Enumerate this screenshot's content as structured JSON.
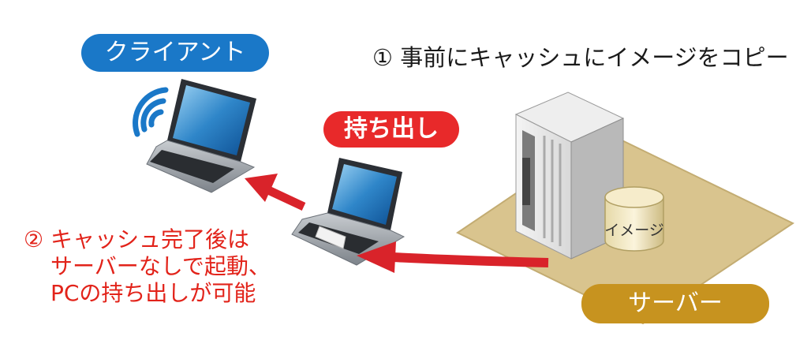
{
  "labels": {
    "client": "クライアント",
    "carry_out": "持ち出し",
    "server": "サーバー",
    "image_disk": "イメージ"
  },
  "steps": {
    "step1": "① 事前にキャッシュにイメージをコピー",
    "step2_line1": "② キャッシュ完了後は",
    "step2_line2": "サーバーなしで起動、",
    "step2_line3": "PCの持ち出しが可能"
  },
  "colors": {
    "client_blue": "#1a78c8",
    "carry_red": "#e8292a",
    "server_gold": "#c7931f",
    "text_red": "#e2231a",
    "floor_tan": "#d9c48e"
  },
  "icons": [
    "wifi-icon",
    "laptop-icon",
    "server-tower-icon",
    "database-icon",
    "arrow-icon"
  ]
}
